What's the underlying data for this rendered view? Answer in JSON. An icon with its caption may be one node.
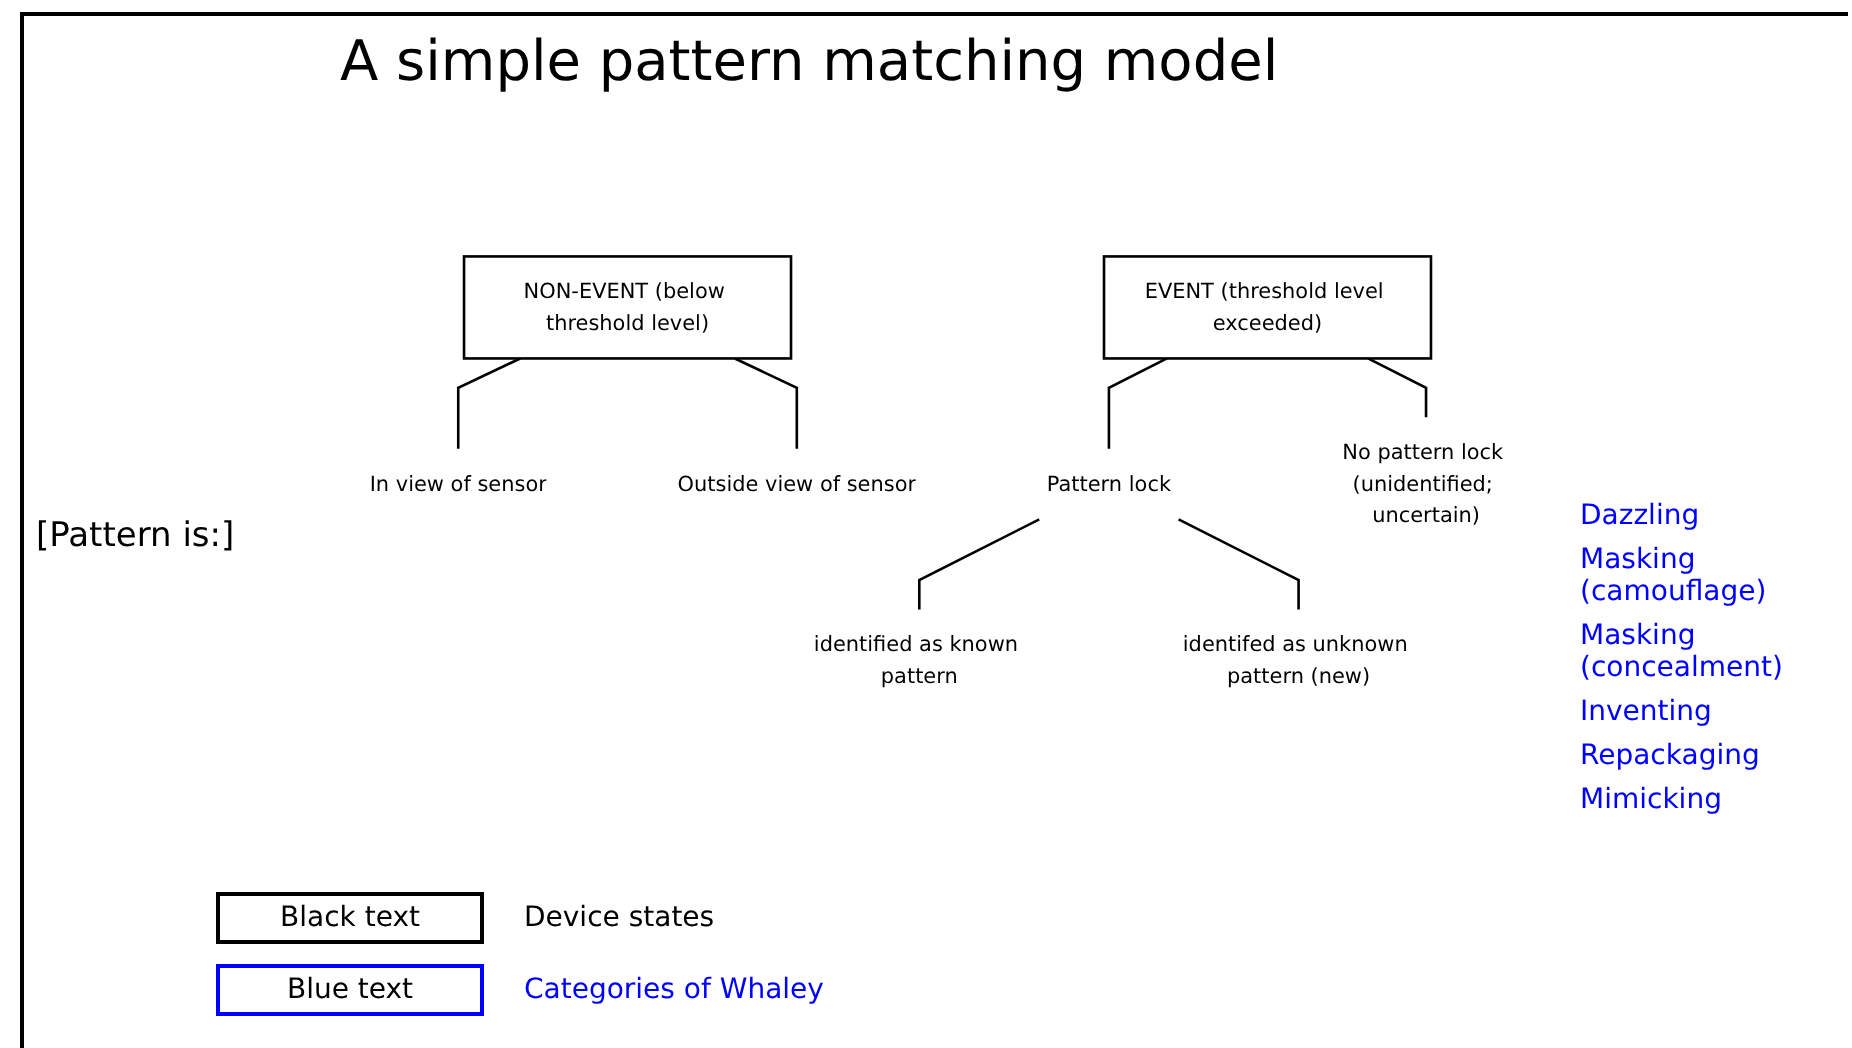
{
  "diagram": {
    "title": "A simple pattern matching model",
    "nodes": [
      {
        "text": [
          "NON-EVENT (below threshold level)"
        ]
      },
      {
        "text": [
          "EVENT (threshold level exceeded)"
        ]
      },
      {
        "text": [
          "In view of sensor"
        ]
      },
      {
        "text": [
          "Outside view of sensor"
        ]
      },
      {
        "text": [
          "Pattern lock"
        ]
      },
      {
        "text": [
          "No pattern lock (unidentified; uncertain)"
        ]
      },
      {
        "text": [
          "identified as known pattern"
        ]
      },
      {
        "text": [
          "identifed as unknown pattern (new)"
        ]
      }
    ],
    "edges": [
      {
        "from": 0,
        "to": 2,
        "arrow": "none"
      },
      {
        "from": 0,
        "to": 3,
        "arrow": "none"
      },
      {
        "from": 1,
        "to": 4,
        "arrow": "none"
      },
      {
        "from": 1,
        "to": 5,
        "arrow": "none"
      },
      {
        "from": 4,
        "to": 6,
        "arrow": "none"
      },
      {
        "from": 4,
        "to": 7,
        "arrow": "none"
      }
    ],
    "labels": [
      "[Pattern is:]",
      "Dazzling",
      "Masking (camouflage)",
      "Masking (concealment)",
      "Inventing",
      "Repackaging",
      "Mimicking",
      "Black text",
      "Blue text"
    ],
    "legend": [
      {
        "text": "Device states"
      },
      {
        "text": "Categories of Whaley"
      }
    ]
  }
}
